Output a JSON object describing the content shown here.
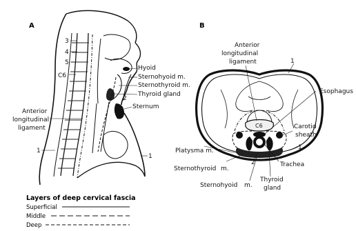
{
  "panel_a": {
    "letter": "A",
    "vertebra_labels": [
      "3",
      "4",
      "5",
      "C6"
    ],
    "structure_labels": {
      "hyoid": "Hyoid",
      "sternohyoid": "Sternohyoid m.",
      "sternothyroid": "Sternothyroid m.",
      "thyroid_gland": "Thyroid gland",
      "sternum": "Sternum",
      "anterior_ligament_line1": "Anterior",
      "anterior_ligament_line2": "longitudinal",
      "anterior_ligament_line3": "ligament"
    },
    "fascia_markers": {
      "marker_1_left": "1",
      "marker_1_right": "1",
      "marker_2": "2"
    }
  },
  "panel_b": {
    "letter": "B",
    "labels": {
      "anterior_ligament_line1": "Anterior",
      "anterior_ligament_line2": "longitudinal",
      "anterior_ligament_line3": "ligament",
      "esophagus": "Esophagus",
      "carotid_line1": "Carotid",
      "carotid_line2": "sheath",
      "platysma": "Platysma m.",
      "sternothyroid": "Sternothyroid",
      "sternothyroid_m": "m.",
      "trachea": "Trachea",
      "sternohyoid": "Sternohyoid",
      "sternohyoid_m": "m.",
      "thyroid_line1": "Thyroid",
      "thyroid_line2": "gland",
      "vertebra": "C6"
    },
    "fascia_markers": {
      "marker_1_top": "1",
      "marker_1_right": "1",
      "marker_2": "2"
    }
  },
  "legend": {
    "title": "Layers of deep cervical fascia",
    "items": [
      {
        "label": "Superficial",
        "style": "solid"
      },
      {
        "label": "Middle",
        "style": "dashed"
      },
      {
        "label": "Deep",
        "style": "dotted-dash"
      }
    ]
  }
}
